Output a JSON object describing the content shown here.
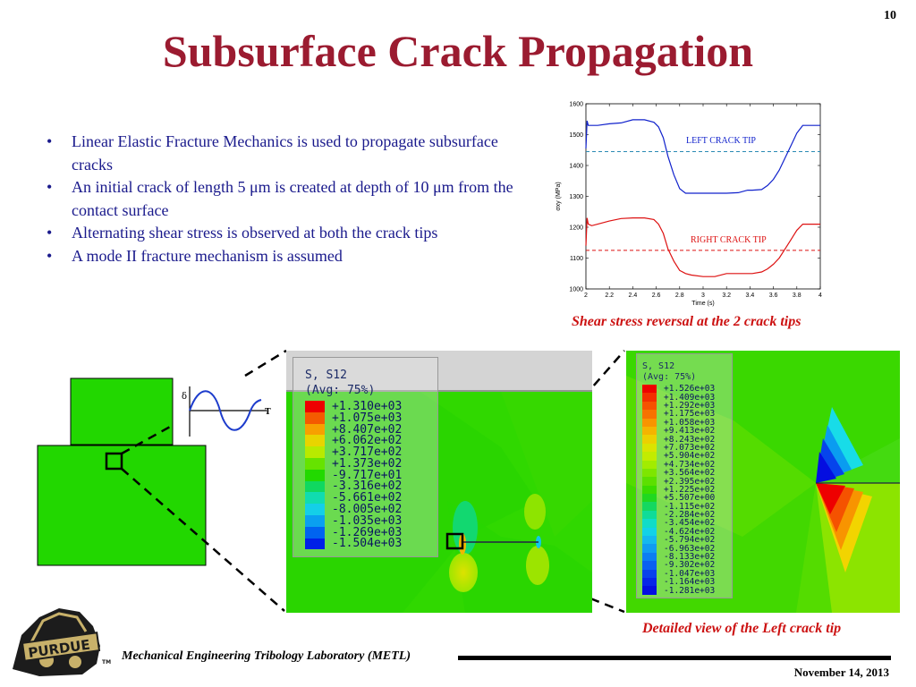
{
  "slide_number": "10",
  "title": "Subsurface Crack Propagation",
  "bullets": [
    "Linear Elastic Fracture Mechanics is used to propagate subsurface cracks",
    "An initial crack of length 5 μm is created at depth of 10 μm from the contact surface",
    "Alternating shear stress is observed at both the crack tips",
    "A mode II fracture mechanism is assumed"
  ],
  "chart_caption": "Shear stress reversal at the 2 crack tips",
  "tip_caption": "Detailed view of the Left crack tip",
  "footer": {
    "lab": "Mechanical Engineering Tribology Laboratory (METL)",
    "date": "November 14, 2013",
    "logo_text": "PURDUE",
    "tm": "TM"
  },
  "schematic": {
    "delta_label": "δ",
    "t_label": "T"
  },
  "legend_mid": {
    "title": "S, S12",
    "subtitle": "(Avg: 75%)",
    "values": [
      "+1.310e+03",
      "+1.075e+03",
      "+8.407e+02",
      "+6.062e+02",
      "+3.717e+02",
      "+1.373e+02",
      "-9.717e+01",
      "-3.316e+02",
      "-5.661e+02",
      "-8.005e+02",
      "-1.035e+03",
      "-1.269e+03",
      "-1.504e+03"
    ],
    "colors": [
      "#ee0000",
      "#f45a00",
      "#f7a000",
      "#e8d400",
      "#b8ea00",
      "#66e300",
      "#22d900",
      "#10d860",
      "#10dcb0",
      "#14cfe8",
      "#0aa0f0",
      "#0064f0",
      "#0020e8"
    ]
  },
  "legend_right": {
    "title": "S, S12",
    "subtitle": "(Avg: 75%)",
    "values": [
      "+1.526e+03",
      "+1.409e+03",
      "+1.292e+03",
      "+1.175e+03",
      "+1.058e+03",
      "+9.413e+02",
      "+8.243e+02",
      "+7.073e+02",
      "+5.904e+02",
      "+4.734e+02",
      "+3.564e+02",
      "+2.395e+02",
      "+1.225e+02",
      "+5.507e+00",
      "-1.115e+02",
      "-2.284e+02",
      "-3.454e+02",
      "-4.624e+02",
      "-5.794e+02",
      "-6.963e+02",
      "-8.133e+02",
      "-9.302e+02",
      "-1.047e+03",
      "-1.164e+03",
      "-1.281e+03"
    ],
    "colors": [
      "#ee0000",
      "#f22e00",
      "#f55200",
      "#f77200",
      "#f89400",
      "#f4b400",
      "#ecd000",
      "#dae400",
      "#c2ec00",
      "#a2ec00",
      "#7ee600",
      "#5ce000",
      "#3adc00",
      "#20d820",
      "#14d860",
      "#10dc98",
      "#10dcc8",
      "#12d2e8",
      "#14b8f0",
      "#109cf2",
      "#0c7ef2",
      "#0a60f0",
      "#0842ec",
      "#0626e8",
      "#040ee0"
    ]
  },
  "chart_data": {
    "type": "line",
    "xlabel": "Time (s)",
    "ylabel": "σxy (MPa)",
    "xlim": [
      2,
      4
    ],
    "ylim": [
      1000,
      1600
    ],
    "xticks": [
      "2",
      "2.2",
      "2.4",
      "2.6",
      "2.8",
      "3",
      "3.2",
      "3.4",
      "3.6",
      "3.8",
      "4"
    ],
    "yticks": [
      "1000",
      "1100",
      "1200",
      "1300",
      "1400",
      "1500",
      "1600"
    ],
    "series": [
      {
        "name": "LEFT CRACK TIP",
        "color": "#1122cc",
        "x": [
          2.0,
          2.01,
          2.02,
          2.05,
          2.1,
          2.2,
          2.3,
          2.4,
          2.5,
          2.58,
          2.62,
          2.66,
          2.7,
          2.75,
          2.8,
          2.85,
          2.9,
          3.0,
          3.1,
          3.2,
          3.3,
          3.38,
          3.42,
          3.5,
          3.55,
          3.6,
          3.65,
          3.7,
          3.75,
          3.8,
          3.85,
          3.9,
          3.95,
          4.0
        ],
        "y": [
          1455,
          1545,
          1530,
          1530,
          1530,
          1535,
          1538,
          1548,
          1548,
          1540,
          1525,
          1490,
          1430,
          1370,
          1325,
          1310,
          1310,
          1310,
          1310,
          1310,
          1312,
          1320,
          1320,
          1322,
          1335,
          1355,
          1385,
          1425,
          1465,
          1505,
          1530,
          1530,
          1530,
          1530
        ]
      },
      {
        "name": "RIGHT CRACK TIP",
        "color": "#dd1111",
        "x": [
          2.0,
          2.01,
          2.02,
          2.05,
          2.1,
          2.2,
          2.3,
          2.4,
          2.5,
          2.58,
          2.62,
          2.66,
          2.7,
          2.75,
          2.8,
          2.85,
          2.9,
          3.0,
          3.1,
          3.2,
          3.3,
          3.38,
          3.42,
          3.5,
          3.55,
          3.6,
          3.65,
          3.7,
          3.75,
          3.8,
          3.85,
          3.9,
          3.95,
          4.0
        ],
        "y": [
          1140,
          1230,
          1210,
          1205,
          1210,
          1220,
          1228,
          1230,
          1230,
          1225,
          1210,
          1180,
          1130,
          1090,
          1060,
          1050,
          1045,
          1040,
          1040,
          1050,
          1050,
          1050,
          1050,
          1055,
          1065,
          1080,
          1100,
          1130,
          1160,
          1190,
          1210,
          1210,
          1210,
          1210
        ]
      }
    ],
    "reference_lines": [
      {
        "series": "LEFT CRACK TIP",
        "y": 1445,
        "style": "dashed",
        "color": "#2a8ab4"
      },
      {
        "series": "RIGHT CRACK TIP",
        "y": 1125,
        "style": "dashed",
        "color": "#dd1111"
      }
    ],
    "annotations": [
      "LEFT CRACK TIP",
      "RIGHT CRACK TIP"
    ]
  }
}
